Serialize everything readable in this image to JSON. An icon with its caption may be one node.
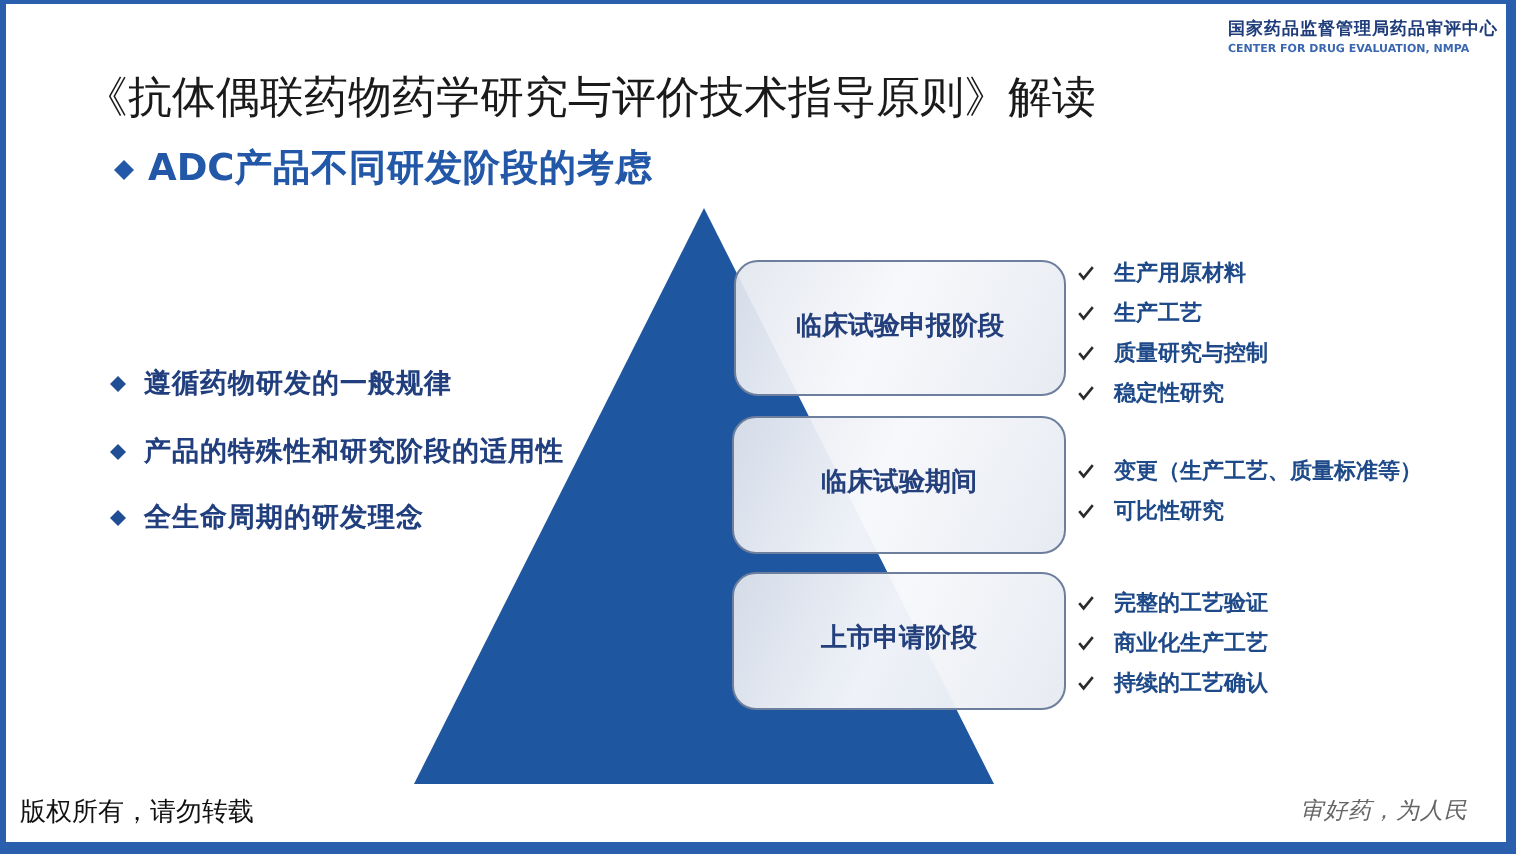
{
  "diagram": {
    "title": "《抗体偶联药物药学研究与评价技术指导原则》解读",
    "nodes": [
      {
        "text": [
          "临床试验申报阶段"
        ],
        "beside": [
          "生产用原材料",
          "生产工艺",
          "质量研究与控制",
          "稳定性研究"
        ]
      },
      {
        "text": [
          "临床试验期间"
        ],
        "beside": [
          "变更（生产工艺、质量标准等）",
          "可比性研究"
        ]
      },
      {
        "text": [
          "上市申请阶段"
        ],
        "beside": [
          "完整的工艺验证",
          "商业化生产工艺",
          "持续的工艺确认"
        ]
      }
    ],
    "labels": [
      "国家药品监督管理局药品审评中心",
      "CENTER FOR DRUG EVALUATION, NMPA",
      "ADC产品不同研发阶段的考虑",
      "遵循药物研发的一般规律",
      "产品的特殊性和研究阶段的适用性",
      "全生命周期的研发理念",
      "版权所有，请勿转载",
      "审好药，为人民"
    ]
  }
}
